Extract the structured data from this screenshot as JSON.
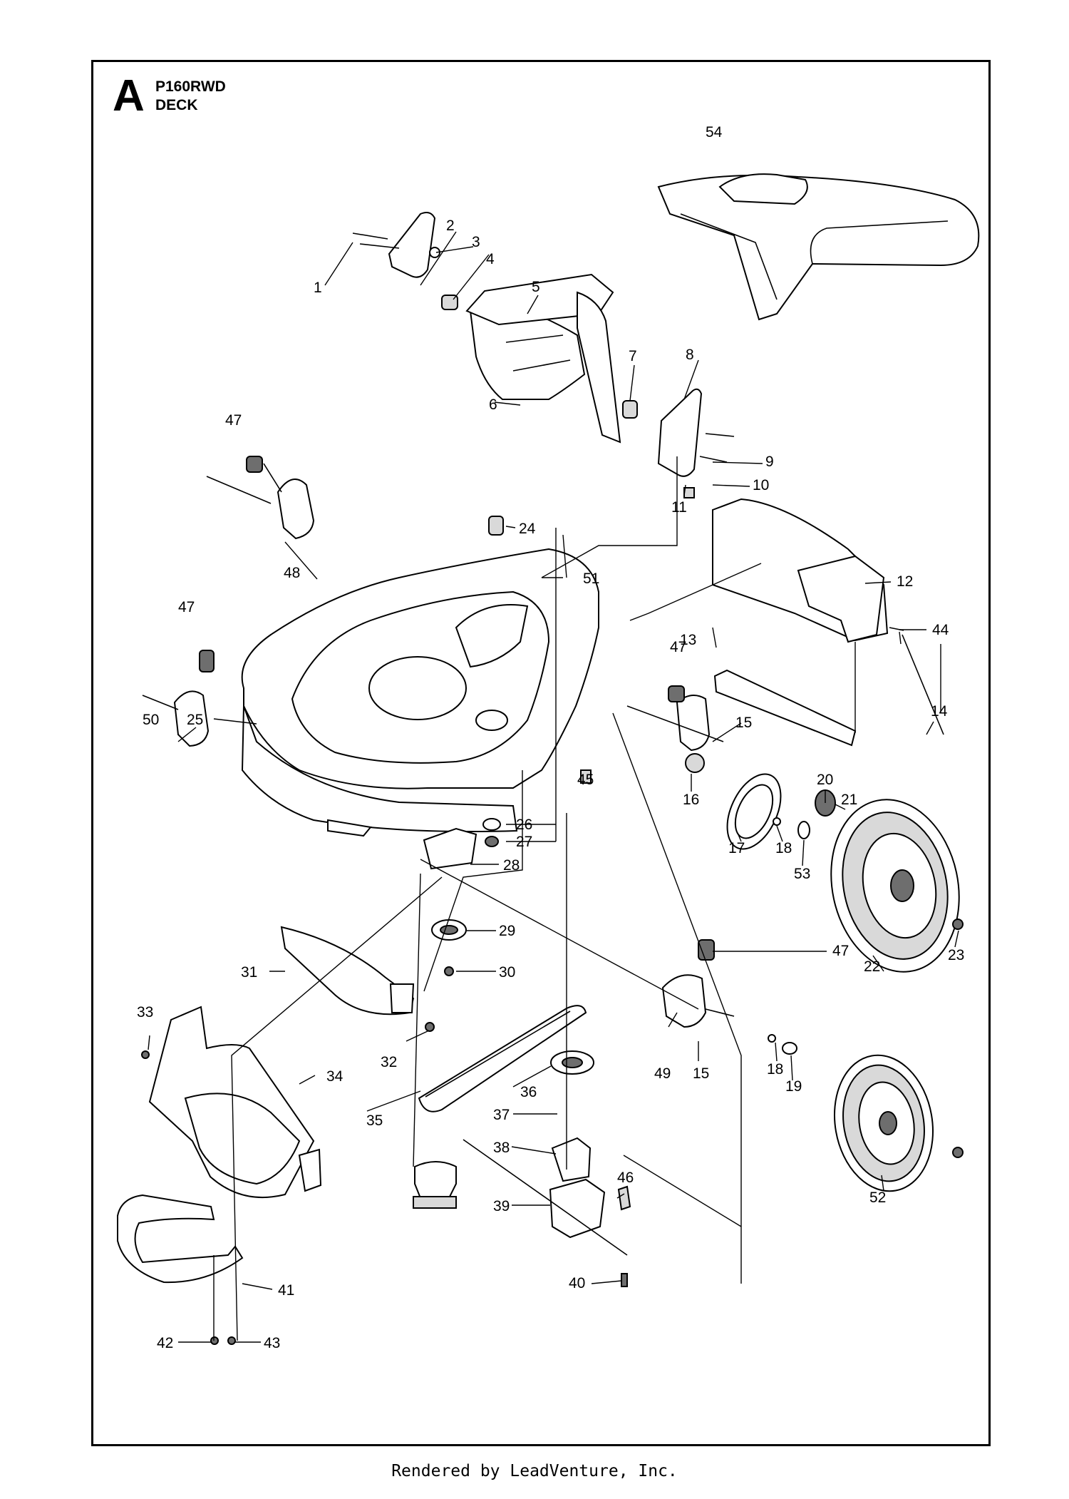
{
  "header": {
    "letter": "A",
    "model": "P160RWD",
    "title": "DECK"
  },
  "callouts": [
    "1",
    "2",
    "3",
    "4",
    "5",
    "6",
    "7",
    "8",
    "9",
    "10",
    "11",
    "12",
    "13",
    "14",
    "15",
    "15",
    "16",
    "17",
    "18",
    "18",
    "19",
    "20",
    "21",
    "22",
    "23",
    "24",
    "25",
    "26",
    "27",
    "28",
    "29",
    "30",
    "31",
    "32",
    "33",
    "34",
    "35",
    "36",
    "37",
    "38",
    "39",
    "40",
    "41",
    "42",
    "43",
    "44",
    "45",
    "46",
    "47",
    "47",
    "47",
    "47",
    "48",
    "49",
    "50",
    "51",
    "52",
    "53",
    "54"
  ],
  "footer": {
    "text": "Rendered by LeadVenture, Inc."
  }
}
